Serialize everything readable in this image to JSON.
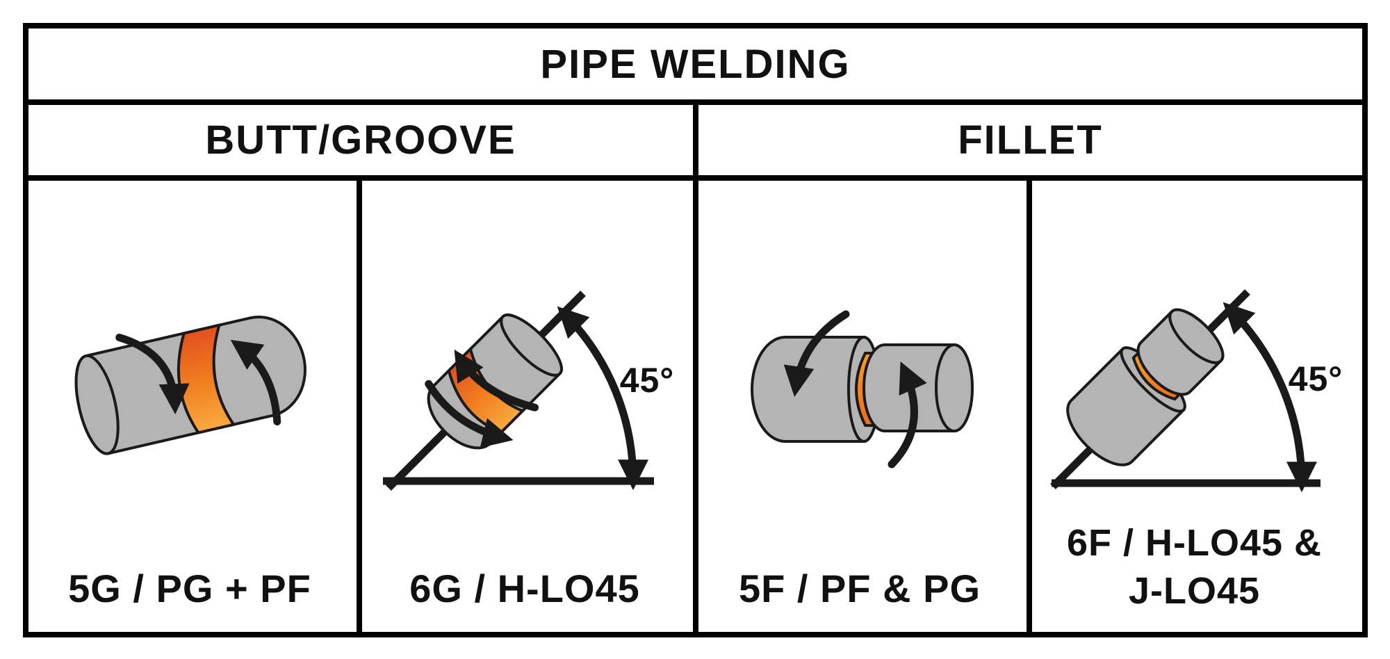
{
  "page": {
    "background": "#ffffff"
  },
  "table": {
    "title": "PIPE WELDING",
    "border_color": "#000000",
    "groups": [
      {
        "label": "BUTT/GROOVE"
      },
      {
        "label": "FILLET"
      }
    ],
    "cells": [
      {
        "position_label": "5G / PG + PF",
        "group": "BUTT/GROOVE",
        "illustration": "horizontal-pipe-with-weld-band-and-rotation-arrows"
      },
      {
        "position_label": "6G / H-LO45",
        "group": "BUTT/GROOVE",
        "angle_label": "45°",
        "illustration": "inclined-pipe-45deg-weld-band-rotation-arrows-angle-arc"
      },
      {
        "position_label": "5F / PF & PG",
        "group": "FILLET",
        "illustration": "two-pipe-fillet-joint-with-weld-collar-and-rotation-arrows"
      },
      {
        "position_label": "6F / H-LO45 & J-LO45",
        "position_label_lines": [
          "6F / H-LO45 &",
          "J-LO45"
        ],
        "group": "FILLET",
        "angle_label": "45°",
        "illustration": "inclined-two-pipe-fillet-joint-45deg-with-angle-arc"
      }
    ],
    "colors": {
      "pipe_gray": "#b4b4b4",
      "outline": "#1a1a1a",
      "weld_gradient_top": "#e2501f",
      "weld_gradient_mid": "#f07d20",
      "weld_gradient_bottom": "#f9a93f",
      "fillet_gradient_top": "#f89a2b",
      "fillet_gradient_bottom": "#ef6c1c"
    }
  }
}
